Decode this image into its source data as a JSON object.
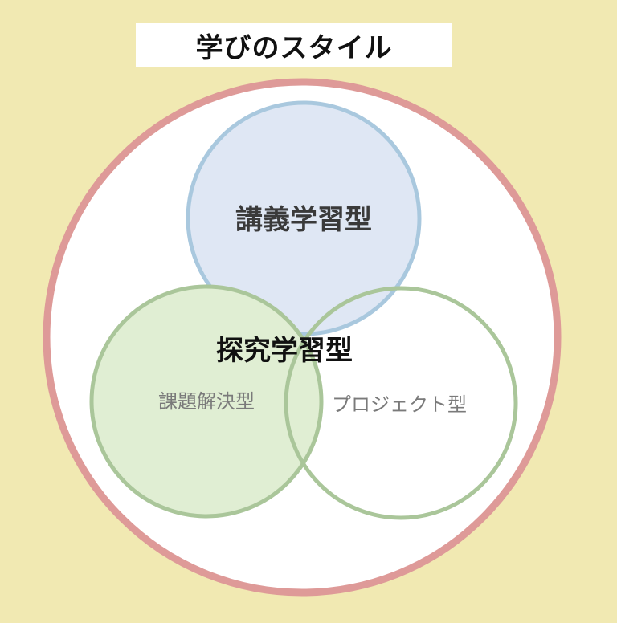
{
  "title": "学びのスタイル",
  "labels": {
    "lecture": "講義学習型",
    "inquiry": "探究学習型",
    "problem_solving": "課題解決型",
    "project": "プロジェクト型"
  },
  "colors": {
    "background": "#f1e9b2",
    "outer_border": "#de9a98",
    "lecture_fill": "#dfe7f4",
    "lecture_border": "#a9c8de",
    "green_border": "#aac69a",
    "problem_fill": "#e0eed3",
    "project_fill": "#ffffff"
  }
}
